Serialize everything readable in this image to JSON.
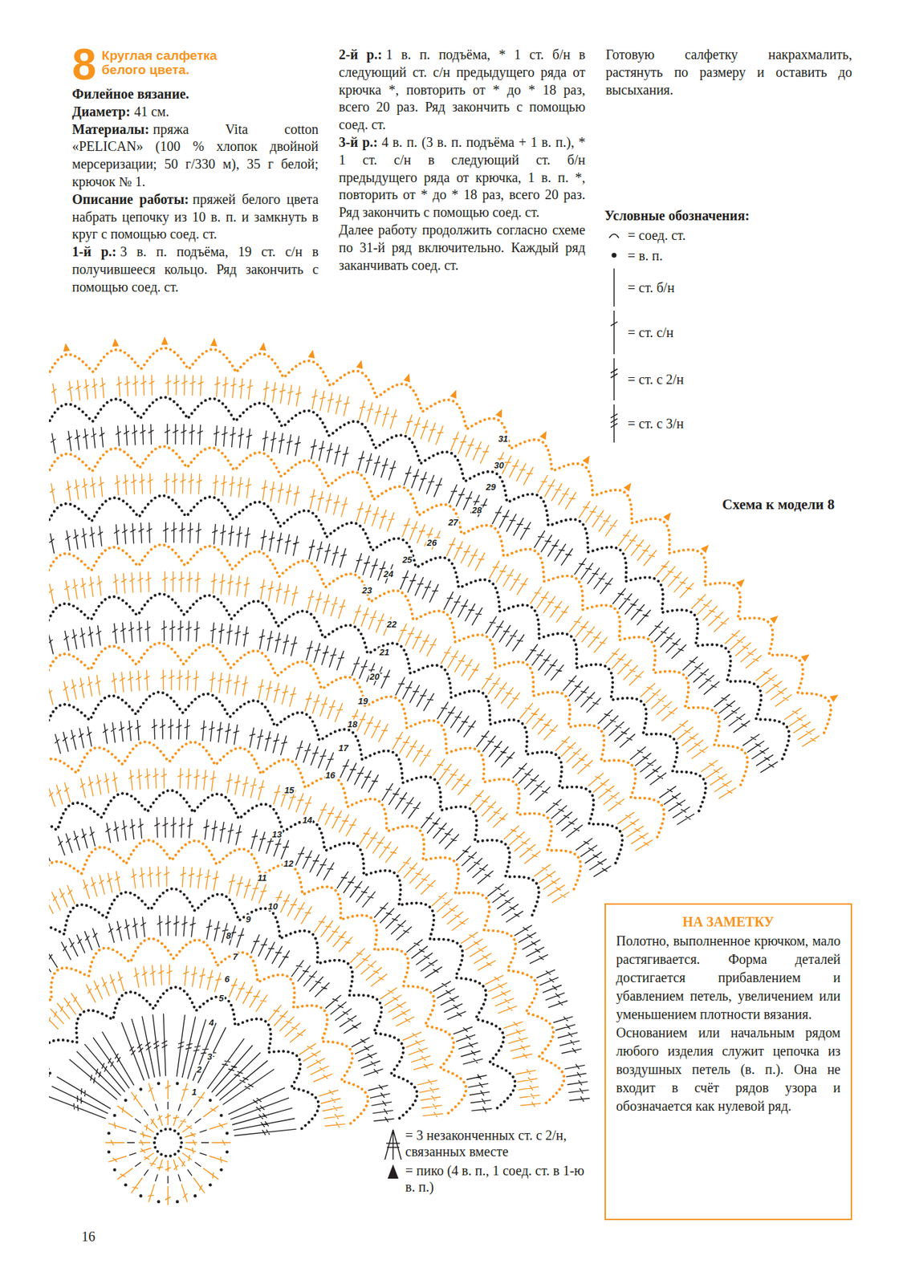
{
  "diagram": {
    "title": "Круглая салфетка белого цвета.",
    "nodes": [
      {
        "text": [
          "НА ЗАМЕТКУ",
          "Полотно, выполненное крючком, мало растягивается. Форма деталей достигается прибавлением и убавлением петель, увеличением или уменьшением плотности вязания.",
          "Основанием или начальным рядом любого изделия служит цепочка из воздушных петель (в. п.). Она не входит в счёт рядов узора и обозначается как нулевой ряд."
        ]
      }
    ],
    "labels": [
      "8",
      "Филейное вязание.",
      "Диаметр:",
      "41 см.",
      "Материалы:",
      "пряжа Vita cotton «PELICAN» (100 % хлопок двойной мерсеризации; 50 г/330 м), 35 г белой; крючок № 1.",
      "Описание работы:",
      "пряжей белого цвета набрать цепочку из 10 в. п. и замкнуть в круг с помощью соед. ст.",
      "1-й р.:",
      "3 в. п. подъёма, 19 ст. с/н в получившееся кольцо. Ряд закончить с помощью соед. ст.",
      "2-й р.:",
      "1 в. п. подъёма, * 1 ст. б/н в следующий ст. с/н предыдущего ряда от крючка *, повторить от * до * 18 раз, всего 20 раз. Ряд закончить с помощью соед. ст.",
      "3-й р.:",
      "4 в. п. (3 в. п. подъёма + 1 в. п.), * 1 ст. с/н в следующий ст. б/н предыдущего ряда от крючка, 1 в. п. *, повторить от * до * 18 раз, всего 20 раз. Ряд закончить с помощью соед. ст.",
      "Далее работу продолжить согласно схеме по 31-й ряд включительно. Каждый ряд заканчивать соед. ст.",
      "Готовую салфетку накрахмалить, растянуть по размеру и оставить до высыхания.",
      "Условные обозначения:",
      "Схема к модели 8",
      "1",
      "2",
      "3",
      "4",
      "5",
      "6",
      "7",
      "8",
      "9",
      "10",
      "11",
      "12",
      "13",
      "14",
      "15",
      "16",
      "17",
      "18",
      "19",
      "20",
      "21",
      "22",
      "23",
      "24",
      "25",
      "26",
      "27",
      "28",
      "29",
      "30",
      "31",
      "16"
    ],
    "legend": [
      {
        "text": "= соед. ст."
      },
      {
        "text": "= в. п."
      },
      {
        "text": "= ст. б/н"
      },
      {
        "text": "= ст. с/н"
      },
      {
        "text": "= ст. с 2/н"
      },
      {
        "text": "= ст. с 3/н"
      },
      {
        "text": "= 3 незаконченных ст. с 2/н, связанных вместе"
      },
      {
        "text": "= пико (4 в. п., 1 соед. ст. в 1-ю в. п.)"
      }
    ]
  }
}
